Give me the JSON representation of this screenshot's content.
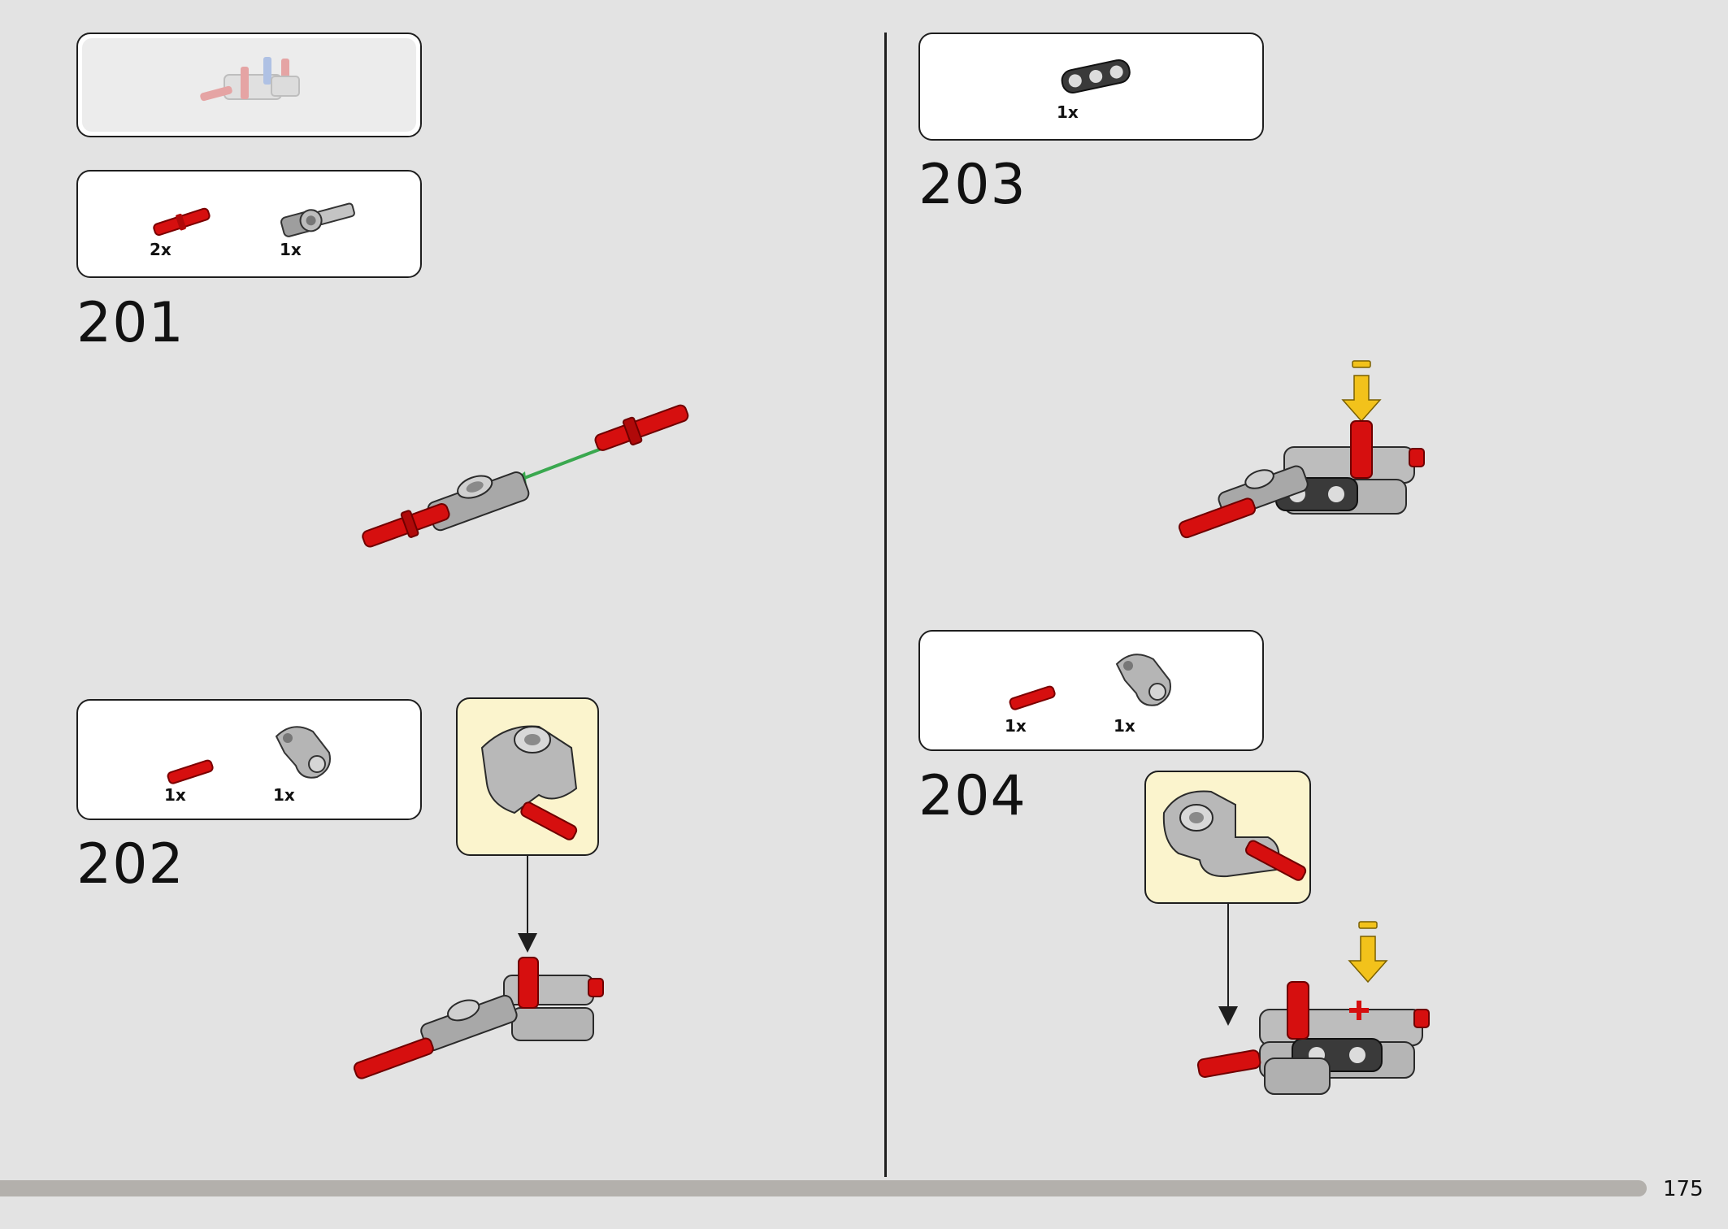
{
  "page_number": "175",
  "steps": [
    {
      "number": "201",
      "parts": [
        {
          "qty": "2x",
          "part": "red-axle-pin"
        },
        {
          "qty": "1x",
          "part": "gray-axle-connector"
        }
      ]
    },
    {
      "number": "202",
      "parts": [
        {
          "qty": "1x",
          "part": "red-short-axle"
        },
        {
          "qty": "1x",
          "part": "gray-bent-beam"
        }
      ]
    },
    {
      "number": "203",
      "parts": [
        {
          "qty": "1x",
          "part": "black-double-connector"
        }
      ]
    },
    {
      "number": "204",
      "parts": [
        {
          "qty": "1x",
          "part": "red-short-axle"
        },
        {
          "qty": "1x",
          "part": "gray-bent-beam"
        }
      ]
    }
  ],
  "colors": {
    "background": "#e3e3e3",
    "lego_red": "#d60f0f",
    "lego_gray": "#a8a8a8",
    "lego_dark": "#3a3a3a",
    "callout_fill": "#fbf4cd",
    "arrow_green": "#3aa84f",
    "arrow_yellow": "#f2c21b",
    "progress_bar": "#b3b0ac"
  }
}
